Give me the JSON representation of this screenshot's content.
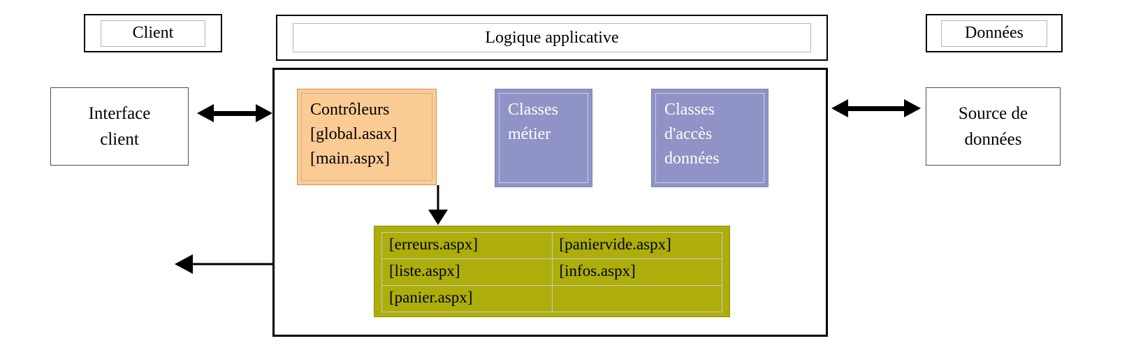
{
  "diagram": {
    "headers": {
      "client": "Client",
      "logique_applicative": "Logique applicative",
      "donnees": "Données"
    },
    "left_box": {
      "line1": "Interface",
      "line2": "client"
    },
    "right_box": {
      "line1": "Source de",
      "line2": "données"
    },
    "controllers_box": {
      "line1": "Contrôleurs",
      "line2": "[global.asax]",
      "line3": "[main.aspx]"
    },
    "business_box": {
      "line1": "Classes",
      "line2": "métier"
    },
    "data_access_box": {
      "line1": "Classes",
      "line2": "d'accès",
      "line3": "données"
    },
    "pages_table": {
      "rows": [
        [
          "[erreurs.aspx]",
          "[paniervide.aspx]"
        ],
        [
          "[liste.aspx]",
          "[infos.aspx]"
        ],
        [
          "[panier.aspx]",
          ""
        ]
      ]
    },
    "colors": {
      "controllers_bg": "#FBCB94",
      "classes_bg": "#8F93C5",
      "pages_bg": "#ADAE0B"
    }
  }
}
